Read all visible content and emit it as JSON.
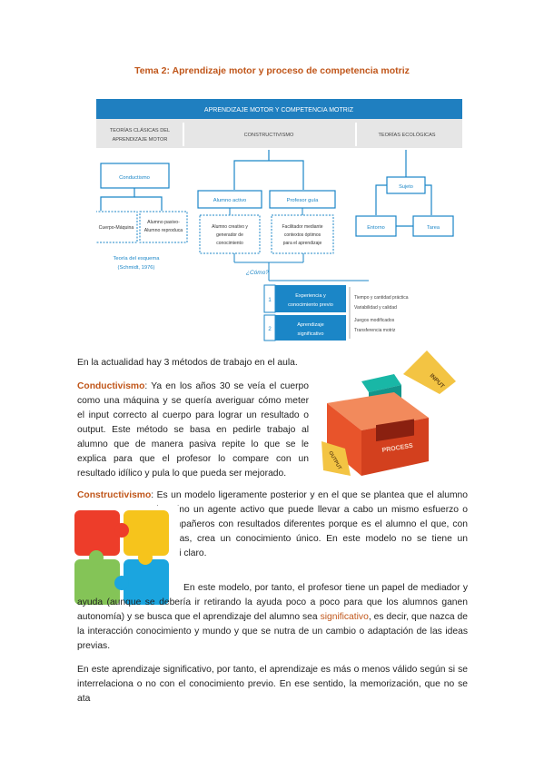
{
  "title": "Tema 2: Aprendizaje motor y proceso de competencia motriz",
  "diagram": {
    "header": "APRENDIZAJE MOTOR Y COMPETENCIA MOTRIZ",
    "col1_line1": "TEORÍAS CLÁSICAS DEL",
    "col1_line2": "APRENDIZAJE MOTOR",
    "col2": "CONSTRUCTIVISMO",
    "col3": "TEORÍAS ECOLÓGICAS",
    "conductismo": "Conductismo",
    "cuerpo_maquina": "Cuerpo-Máquina",
    "pasivo_line1": "Alumno pasivo-",
    "pasivo_line2": "Alumno reproduca",
    "esquema_line1": "Teoría del esquema",
    "esquema_line2": "(Schmidt, 1976)",
    "alumno_activo": "Alumno activo",
    "profesor_guia": "Profesor guía",
    "creativo_line1": "Alumno creativo y",
    "creativo_line2": "generador de",
    "creativo_line3": "conocimiento",
    "facilitador_line1": "Facilitador mediante",
    "facilitador_line2": "contextos óptimos",
    "facilitador_line3": "para el aprendizaje",
    "sujeto": "Sujeto",
    "entorno": "Entorno",
    "tarea": "Tarea",
    "como": "¿Cómo?",
    "num1": "1",
    "exp_line1": "Experiencia y",
    "exp_line2": "conocimiento previo",
    "num2": "2",
    "sig_line1": "Aprendizaje",
    "sig_line2": "significativo",
    "list1": "Tiempo y cantidad práctica",
    "list2": "Variabilidad y calidad",
    "list3": "Juegos modificados",
    "list4": "Transferencia motriz"
  },
  "process_image": {
    "input": "INPUT",
    "process": "PROCESS",
    "output": "OUTPUT"
  },
  "text": {
    "intro": "En la actualidad hay 3 métodos de trabajo en el aula.",
    "conductismo_label": "Conductivismo",
    "conductismo_body": ": Ya en los años 30 se veía el cuerpo como una máquina y se quería averiguar cómo meter el input correcto al cuerpo para lograr un resultado o output. Este método se basa en pedirle trabajo al alumno que de manera pasiva repite lo que se le explica para que el profesor lo compare con un resultado idílico y pula lo que pueda ser mejorado.",
    "constructivismo_label": "Constructivismo",
    "constructivismo_body": ": Es un modelo ligeramente posterior y en el que se plantea que el alumno no es un ente pasivo sino un agente activo que puede llevar a cabo un mismo esfuerzo o movimiento que los compañeros con resultados diferentes porque es el alumno el que, con sus características únicas, crea un conocimiento único. En este modelo no se tiene un modelo idílico tan puro ni claro.",
    "modelo_before": "En este modelo, por tanto, el profesor tiene un papel de mediador y ayuda (aunque se debería ir retirando la ayuda poco a poco para que los alumnos ganen autonomía) y se busca que el aprendizaje del alumno sea ",
    "modelo_kw": "significativo",
    "modelo_after": ", es decir, que nazca de la interacción conocimiento y mundo y que se nutra de un cambio o adaptación de las ideas previas.",
    "ultimo": "En este aprendizaje significativo, por tanto, el aprendizaje es más o menos válido según si se interrelaciona o no con el conocimiento previo. En ese sentido, la memorización, que no se ata"
  },
  "colors": {
    "accent": "#c0561a",
    "diagram_blue": "#1b86c7",
    "header_blue": "#1f7fc0",
    "header_gray": "#e6e6e6"
  }
}
